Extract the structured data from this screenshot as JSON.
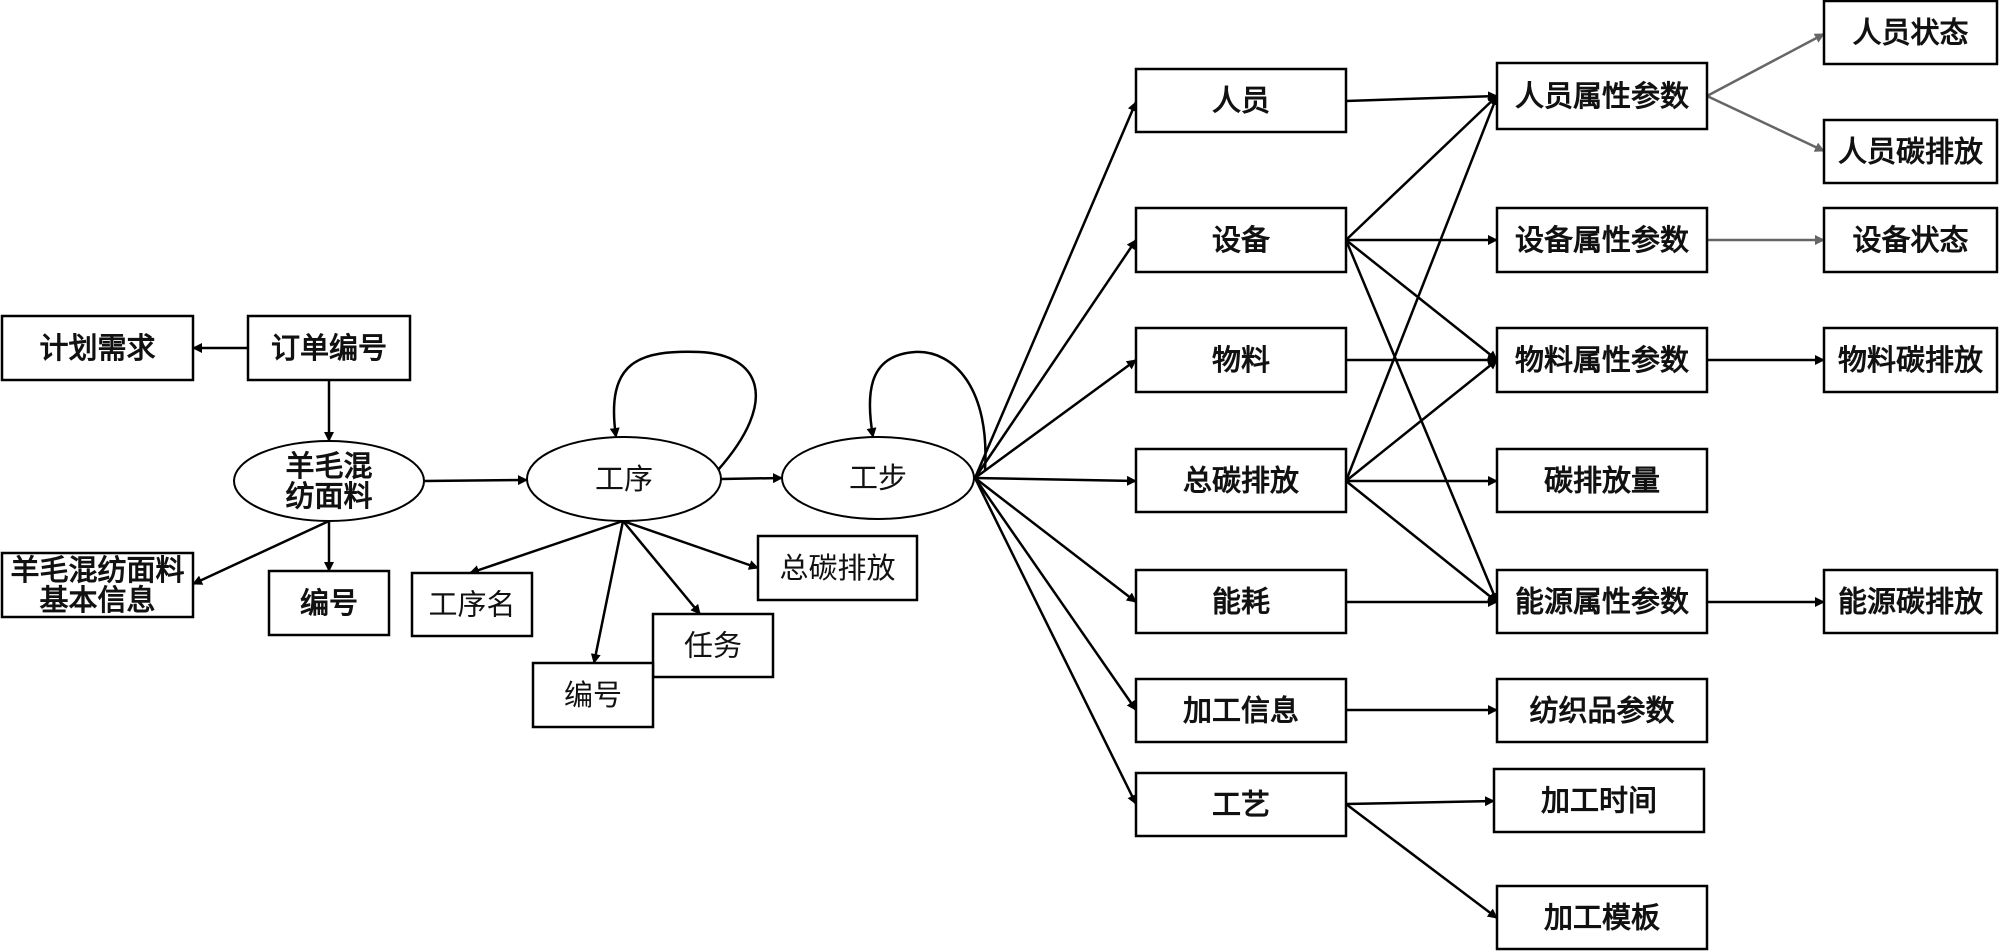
{
  "diagram": {
    "type": "flowchart",
    "colors": {
      "line": "#000000",
      "secondary_line": "#666666",
      "background": "#ffffff"
    },
    "nodes": [
      {
        "id": "plan",
        "label": "计划需求",
        "shape": "rect"
      },
      {
        "id": "order",
        "label": "订单编号",
        "shape": "rect"
      },
      {
        "id": "fabric",
        "label": "羊毛混纺面料",
        "lines": [
          "羊毛混",
          "纺面料"
        ],
        "shape": "ellipse"
      },
      {
        "id": "fabric_info",
        "label": "羊毛混纺面料基本信息",
        "lines": [
          "羊毛混纺面料",
          "基本信息"
        ],
        "shape": "rect"
      },
      {
        "id": "fabric_id",
        "label": "编号",
        "shape": "rect"
      },
      {
        "id": "process",
        "label": "工序",
        "shape": "ellipse"
      },
      {
        "id": "step",
        "label": "工步",
        "shape": "ellipse"
      },
      {
        "id": "process_name",
        "label": "工序名",
        "shape": "rect"
      },
      {
        "id": "process_carbon",
        "label": "总碳排放",
        "shape": "rect"
      },
      {
        "id": "task",
        "label": "任务",
        "shape": "rect"
      },
      {
        "id": "process_id",
        "label": "编号",
        "shape": "rect"
      },
      {
        "id": "personnel",
        "label": "人员",
        "shape": "rect"
      },
      {
        "id": "equipment",
        "label": "设备",
        "shape": "rect"
      },
      {
        "id": "material",
        "label": "物料",
        "shape": "rect"
      },
      {
        "id": "step_carbon",
        "label": "总碳排放",
        "shape": "rect"
      },
      {
        "id": "energy",
        "label": "能耗",
        "shape": "rect"
      },
      {
        "id": "processing_info",
        "label": "加工信息",
        "shape": "rect"
      },
      {
        "id": "craft",
        "label": "工艺",
        "shape": "rect"
      },
      {
        "id": "personnel_attr",
        "label": "人员属性参数",
        "shape": "rect"
      },
      {
        "id": "equipment_attr",
        "label": "设备属性参数",
        "shape": "rect"
      },
      {
        "id": "material_attr",
        "label": "物料属性参数",
        "shape": "rect"
      },
      {
        "id": "carbon_amount",
        "label": "碳排放量",
        "shape": "rect"
      },
      {
        "id": "energy_attr",
        "label": "能源属性参数",
        "shape": "rect"
      },
      {
        "id": "textile_param",
        "label": "纺织品参数",
        "shape": "rect"
      },
      {
        "id": "processing_time",
        "label": "加工时间",
        "shape": "rect"
      },
      {
        "id": "processing_template",
        "label": "加工模板",
        "shape": "rect"
      },
      {
        "id": "personnel_state",
        "label": "人员状态",
        "shape": "rect"
      },
      {
        "id": "personnel_carbon",
        "label": "人员碳排放",
        "shape": "rect"
      },
      {
        "id": "equipment_state",
        "label": "设备状态",
        "shape": "rect"
      },
      {
        "id": "material_carbon",
        "label": "物料碳排放",
        "shape": "rect"
      },
      {
        "id": "energy_carbon",
        "label": "能源碳排放",
        "shape": "rect"
      }
    ],
    "edges": [
      {
        "from": "order",
        "to": "plan"
      },
      {
        "from": "order",
        "to": "fabric"
      },
      {
        "from": "fabric",
        "to": "fabric_info"
      },
      {
        "from": "fabric",
        "to": "fabric_id"
      },
      {
        "from": "fabric",
        "to": "process"
      },
      {
        "from": "process",
        "to": "process",
        "self_loop": true
      },
      {
        "from": "process",
        "to": "step"
      },
      {
        "from": "process",
        "to": "process_name"
      },
      {
        "from": "process",
        "to": "process_id"
      },
      {
        "from": "process",
        "to": "task"
      },
      {
        "from": "process",
        "to": "process_carbon"
      },
      {
        "from": "step",
        "to": "step",
        "self_loop": true
      },
      {
        "from": "step",
        "to": "personnel"
      },
      {
        "from": "step",
        "to": "equipment"
      },
      {
        "from": "step",
        "to": "material"
      },
      {
        "from": "step",
        "to": "step_carbon"
      },
      {
        "from": "step",
        "to": "energy"
      },
      {
        "from": "step",
        "to": "processing_info"
      },
      {
        "from": "step",
        "to": "craft"
      },
      {
        "from": "personnel",
        "to": "personnel_attr"
      },
      {
        "from": "equipment",
        "to": "personnel_attr"
      },
      {
        "from": "equipment",
        "to": "equipment_attr"
      },
      {
        "from": "equipment",
        "to": "material_attr"
      },
      {
        "from": "equipment",
        "to": "energy_attr"
      },
      {
        "from": "material",
        "to": "material_attr"
      },
      {
        "from": "step_carbon",
        "to": "personnel_attr"
      },
      {
        "from": "step_carbon",
        "to": "material_attr"
      },
      {
        "from": "step_carbon",
        "to": "carbon_amount"
      },
      {
        "from": "step_carbon",
        "to": "energy_attr"
      },
      {
        "from": "energy",
        "to": "energy_attr"
      },
      {
        "from": "processing_info",
        "to": "textile_param"
      },
      {
        "from": "craft",
        "to": "processing_time"
      },
      {
        "from": "craft",
        "to": "processing_template"
      },
      {
        "from": "personnel_attr",
        "to": "personnel_state",
        "color": "gray"
      },
      {
        "from": "personnel_attr",
        "to": "personnel_carbon",
        "color": "gray"
      },
      {
        "from": "equipment_attr",
        "to": "equipment_state",
        "color": "gray"
      },
      {
        "from": "material_attr",
        "to": "material_carbon"
      },
      {
        "from": "energy_attr",
        "to": "energy_carbon"
      }
    ]
  }
}
